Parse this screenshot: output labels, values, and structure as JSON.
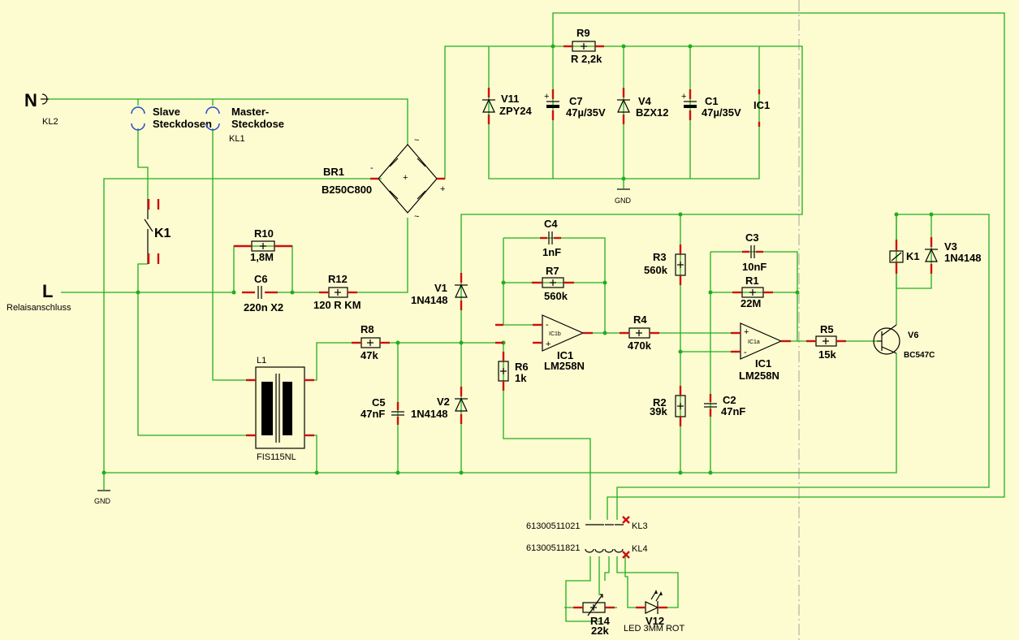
{
  "colors": {
    "background": "#fdfbd0",
    "wire": "#1fae1f",
    "component": "#000000",
    "pin": "#cc1010",
    "junction": "#1fae1f"
  },
  "terminals": {
    "n_label": "N",
    "n_sub": "KL2",
    "l_label": "L",
    "l_sub": "Relaisanschluss"
  },
  "sockets": {
    "slave_1": "Slave",
    "slave_2": "Steckdosen",
    "master_1": "Master-",
    "master_2": "Steckdose",
    "master_sub": "KL1"
  },
  "relay": {
    "k1_left": "K1",
    "k1_right": "K1"
  },
  "bridge": {
    "name": "BR1",
    "type": "B250C800"
  },
  "resistors": {
    "r9_name": "R9",
    "r9_val": "R 2,2k",
    "r10_name": "R10",
    "r10_val": "1,8M",
    "r12_name": "R12",
    "r12_val": "120 R KM",
    "r8_name": "R8",
    "r8_val": "47k",
    "r7_name": "R7",
    "r7_val": "560k",
    "r6_name": "R6",
    "r6_val": "1k",
    "r4_name": "R4",
    "r4_val": "470k",
    "r3_name": "R3",
    "r3_val": "560k",
    "r2_name": "R2",
    "r2_val": "39k",
    "r1_name": "R1",
    "r1_val": "22M",
    "r5_name": "R5",
    "r5_val": "15k",
    "r14_name": "R14",
    "r14_val": "22k"
  },
  "capacitors": {
    "c6_name": "C6",
    "c6_val": "220n X2",
    "c7_name": "C7",
    "c7_val": "47µ/35V",
    "c1_name": "C1",
    "c1_val": "47µ/35V",
    "c4_name": "C4",
    "c4_val": "1nF",
    "c3_name": "C3",
    "c3_val": "10nF",
    "c5_name": "C5",
    "c5_val": "47nF",
    "c2_name": "C2",
    "c2_val": "47nF"
  },
  "diodes": {
    "v11_name": "V11",
    "v11_val": "ZPY24",
    "v4_name": "V4",
    "v4_val": "BZX12",
    "v1_name": "V1",
    "v1_val": "1N4148",
    "v2_name": "V2",
    "v2_val": "1N4148",
    "v3_name": "V3",
    "v3_val": "1N4148"
  },
  "ics": {
    "ic1_supply": "IC1",
    "ic1a_name": "IC1",
    "ic1a_type": "LM258N",
    "ic1b_name": "IC1",
    "ic1b_type": "LM258N"
  },
  "transistor": {
    "name": "V6",
    "type": "BC547C"
  },
  "transformer": {
    "name": "L1",
    "type": "FIS115NL"
  },
  "connectors": {
    "kl3_part": "61300511021",
    "kl3_name": "KL3",
    "kl4_part": "61300511821",
    "kl4_name": "KL4"
  },
  "led": {
    "name": "V12",
    "type": "LED 3MM ROT"
  },
  "grounds": {
    "gnd_supply": "GND",
    "gnd_main": "GND"
  }
}
